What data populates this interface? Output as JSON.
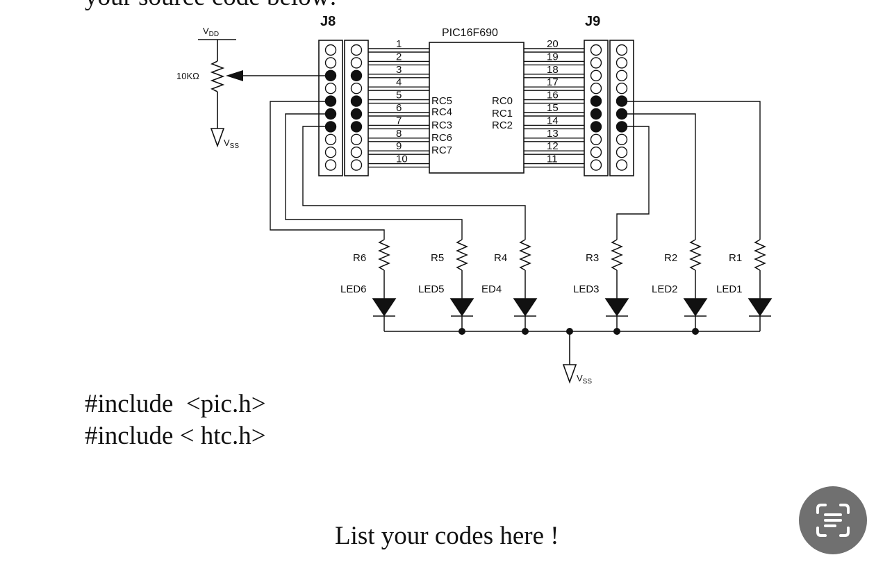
{
  "page": {
    "top_text_cut": "your source code below:",
    "code_lines": [
      "#include  <pic.h>",
      "#include < htc.h>"
    ],
    "footer": "List your codes here !"
  },
  "lens_button": {
    "icon": "text-scan-icon",
    "color": "#707070"
  },
  "schematic": {
    "j8_label": "J8",
    "j9_label": "J9",
    "chip_label": "PIC16F690",
    "vdd": {
      "main": "V",
      "sub": "DD"
    },
    "vss": {
      "main": "V",
      "sub": "SS"
    },
    "pot_label": "10KΩ",
    "left_pins": [
      "1",
      "2",
      "3",
      "4",
      "5",
      "6",
      "7",
      "8",
      "9",
      "10"
    ],
    "right_pins": [
      "20",
      "19",
      "18",
      "17",
      "16",
      "15",
      "14",
      "13",
      "12",
      "11"
    ],
    "left_signals": [
      "RC5",
      "RC4",
      "RC3",
      "RC6",
      "RC7"
    ],
    "right_signals": [
      "RC0",
      "RC1",
      "RC2"
    ],
    "resistors": [
      "R6",
      "R5",
      "R4",
      "R3",
      "R2",
      "R1"
    ],
    "leds": [
      "LED6",
      "LED5",
      "ED4",
      "LED3",
      "LED2",
      "LED1"
    ]
  }
}
